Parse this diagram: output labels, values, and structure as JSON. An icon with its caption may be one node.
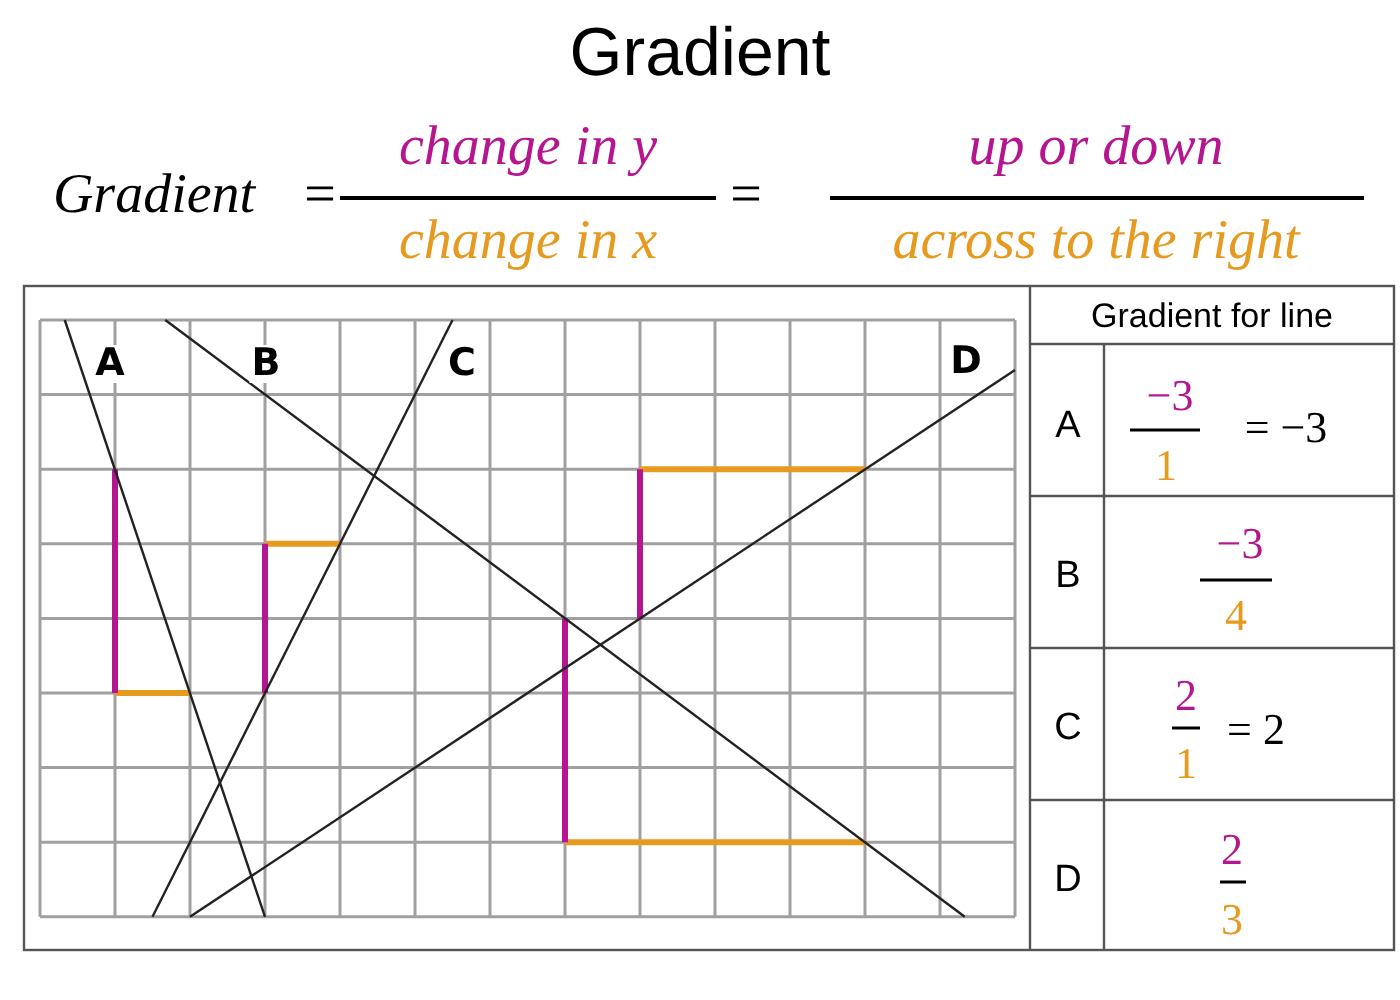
{
  "diagram": {
    "title": "Gradient",
    "labels": [
      "Gradient",
      "=",
      "change in y",
      "change in x",
      "=",
      "up or down",
      "across to the right",
      "A",
      "B",
      "C",
      "D",
      "Gradient for line",
      "A",
      "−3",
      "1",
      "= −3",
      "B",
      "−3",
      "4",
      "C",
      "2",
      "1",
      "= 2",
      "D",
      "2",
      "3"
    ]
  }
}
